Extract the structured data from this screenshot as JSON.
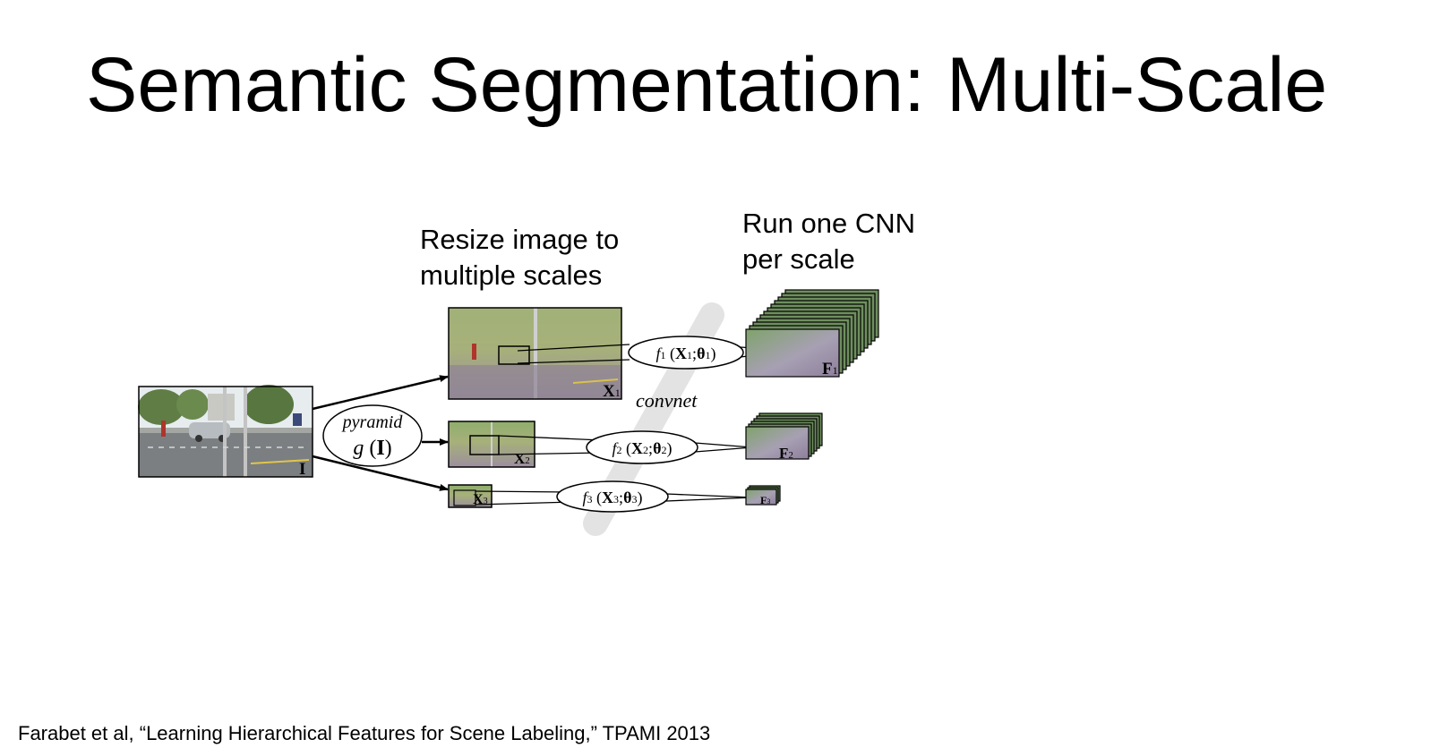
{
  "slide": {
    "title": "Semantic Segmentation: Multi-Scale",
    "caption_resize": [
      "Resize image to",
      "multiple scales"
    ],
    "caption_cnn": [
      "Run one CNN",
      "per scale"
    ],
    "citation": "Farabet et al, “Learning Hierarchical Features for Scene Labeling,” TPAMI 2013"
  },
  "diagram": {
    "input_label": "I",
    "pyramid_label": "pyramid",
    "pyramid_fn": "g",
    "pyramid_arg": "I",
    "convnet_label": "convnet",
    "scales": [
      {
        "x_sym": "X",
        "x_sub": "1",
        "f_sym": "f",
        "f_sub": "1",
        "theta_sym": "θ",
        "theta_sub": "1",
        "feat_sym": "F",
        "feat_sub": "1"
      },
      {
        "x_sym": "X",
        "x_sub": "2",
        "f_sym": "f",
        "f_sub": "2",
        "theta_sym": "θ",
        "theta_sub": "2",
        "feat_sym": "F",
        "feat_sub": "2"
      },
      {
        "x_sym": "X",
        "x_sub": "3",
        "f_sym": "f",
        "f_sub": "3",
        "theta_sym": "θ",
        "theta_sub": "3",
        "feat_sym": "F",
        "feat_sub": "3"
      }
    ],
    "colors": {
      "scene_sky": "#dfe6ea",
      "scene_trees": "#5f7d45",
      "scene_road": "#7b7f82",
      "feature_green": "#7fa36b",
      "feature_purple": "#9b8aa6",
      "slash_gray": "#e3e3e3"
    }
  }
}
